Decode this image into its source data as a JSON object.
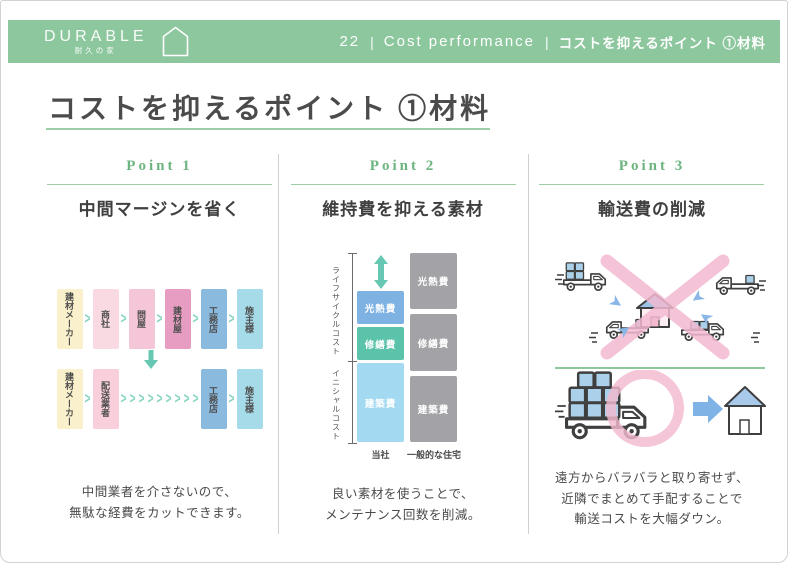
{
  "colors": {
    "header_green": "#8dc79e",
    "accent_green": "#6db580",
    "underline_green": "#9ccfa8",
    "teal_arrow": "#66c7b2",
    "chevron_teal": "#85d4c1",
    "pink_mark": "#f2b9d0",
    "arrow_blue": "#7fb3e6",
    "text_dark": "#4a4a4a"
  },
  "icons": {
    "chevron": ">",
    "separator": "|"
  },
  "header": {
    "logo_title": "DURABLE",
    "logo_subtitle": "耐久の家",
    "page_number": "22",
    "section_en": "Cost performance",
    "section_ja": "コストを抑えるポイント ①材料"
  },
  "title": "コストを抑えるポイント ①材料",
  "point1": {
    "label": "Point 1",
    "heading": "中間マージンを省く",
    "flow_row1": [
      {
        "label": "建材メーカー",
        "color": "#faf0cb"
      },
      {
        "label": "商社",
        "color": "#f9d9e2"
      },
      {
        "label": "問屋",
        "color": "#f4c6d7"
      },
      {
        "label": "建材屋",
        "color": "#e79dc1"
      },
      {
        "label": "工務店",
        "color": "#8abade"
      },
      {
        "label": "施主様",
        "color": "#a6dcea"
      }
    ],
    "flow_row2": [
      {
        "label": "建材メーカー",
        "color": "#faf0cb"
      },
      {
        "label": "配送業者",
        "color": "#f8cfdb"
      },
      {
        "label": "工務店",
        "color": "#8abade"
      },
      {
        "label": "施主様",
        "color": "#a6dcea"
      }
    ],
    "caption": [
      "中間業者を介さないので、",
      "無駄な経費をカットできます。"
    ]
  },
  "point2": {
    "label": "Point 2",
    "heading": "維持費を抑える素材",
    "chart": {
      "axis_top": "ライフサイクルコスト",
      "axis_bottom": "イニシャルコスト",
      "bars": {
        "left": {
          "name": "当社",
          "segments": [
            {
              "label": "光熱費",
              "color": "#7db2e2"
            },
            {
              "label": "修繕費",
              "color": "#5cc3ab"
            },
            {
              "label": "建築費",
              "color": "#a4daf1"
            }
          ]
        },
        "right": {
          "name": "一般的な住宅",
          "segments": [
            {
              "label": "光熱費",
              "color": "#a3a3a7"
            },
            {
              "label": "修繕費",
              "color": "#a3a3a7"
            },
            {
              "label": "建築費",
              "color": "#a3a3a7"
            }
          ]
        }
      }
    },
    "caption": [
      "良い素材を使うことで、",
      "メンテナンス回数を削減。"
    ]
  },
  "point3": {
    "label": "Point 3",
    "heading": "輸送費の削減",
    "caption": [
      "遠方からバラバラと取り寄せず、",
      "近隣でまとめて手配することで",
      "輸送コストを大幅ダウン。"
    ]
  },
  "chart_data": {
    "type": "bar",
    "stacked": true,
    "title": "維持費を抑える素材",
    "categories": [
      "当社",
      "一般的な住宅"
    ],
    "series": [
      {
        "name": "建築費",
        "values": [
          79,
          66
        ]
      },
      {
        "name": "修繕費",
        "values": [
          33,
          57
        ]
      },
      {
        "name": "光熱費",
        "values": [
          33,
          56
        ]
      }
    ],
    "units": "relative bar height in px (conceptual chart, no numeric axis)",
    "group_labels": {
      "top": "ライフサイクルコスト",
      "bottom": "イニシャルコスト"
    },
    "legend_position": "labels inside segments",
    "reduction_arrow_above_left_bar": true
  }
}
